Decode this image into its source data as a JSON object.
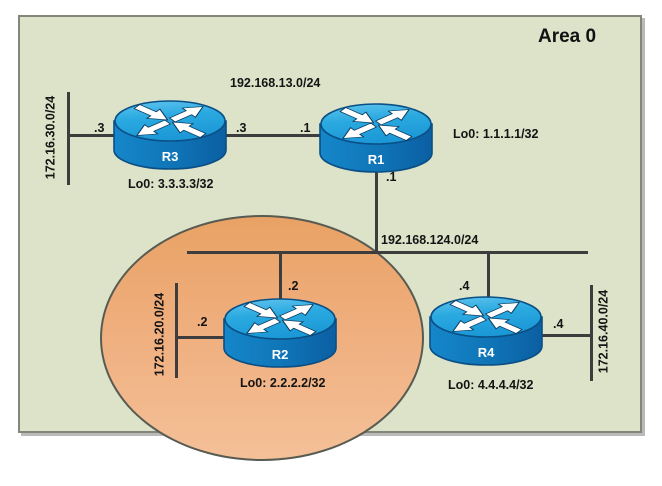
{
  "area": {
    "title": "Area 0"
  },
  "networks": {
    "link_r3_r1": "192.168.13.0/24",
    "shared_segment": "192.168.124.0/24",
    "r3_lan": "172.16.30.0/24",
    "r2_lan": "172.16.20.0/24",
    "r4_lan": "172.16.40.0/24"
  },
  "routers": {
    "r1": {
      "name": "R1",
      "loopback": "Lo0: 1.1.1.1/32",
      "link_ip": ".1",
      "segment_ip": ".1"
    },
    "r2": {
      "name": "R2",
      "loopback": "Lo0: 2.2.2.2/32",
      "segment_ip": ".2",
      "lan_ip": ".2"
    },
    "r3": {
      "name": "R3",
      "loopback": "Lo0: 3.3.3.3/32",
      "lan_ip": ".3",
      "link_ip": ".3"
    },
    "r4": {
      "name": "R4",
      "loopback": "Lo0: 4.4.4.4/32",
      "segment_ip": ".4",
      "lan_ip": ".4"
    }
  },
  "colors": {
    "panel_background": "#dde3c9",
    "highlight_zone": "#efae7d",
    "router_top": "#2baae1",
    "router_body": "#0f74b6",
    "line": "#3d3d3d"
  }
}
